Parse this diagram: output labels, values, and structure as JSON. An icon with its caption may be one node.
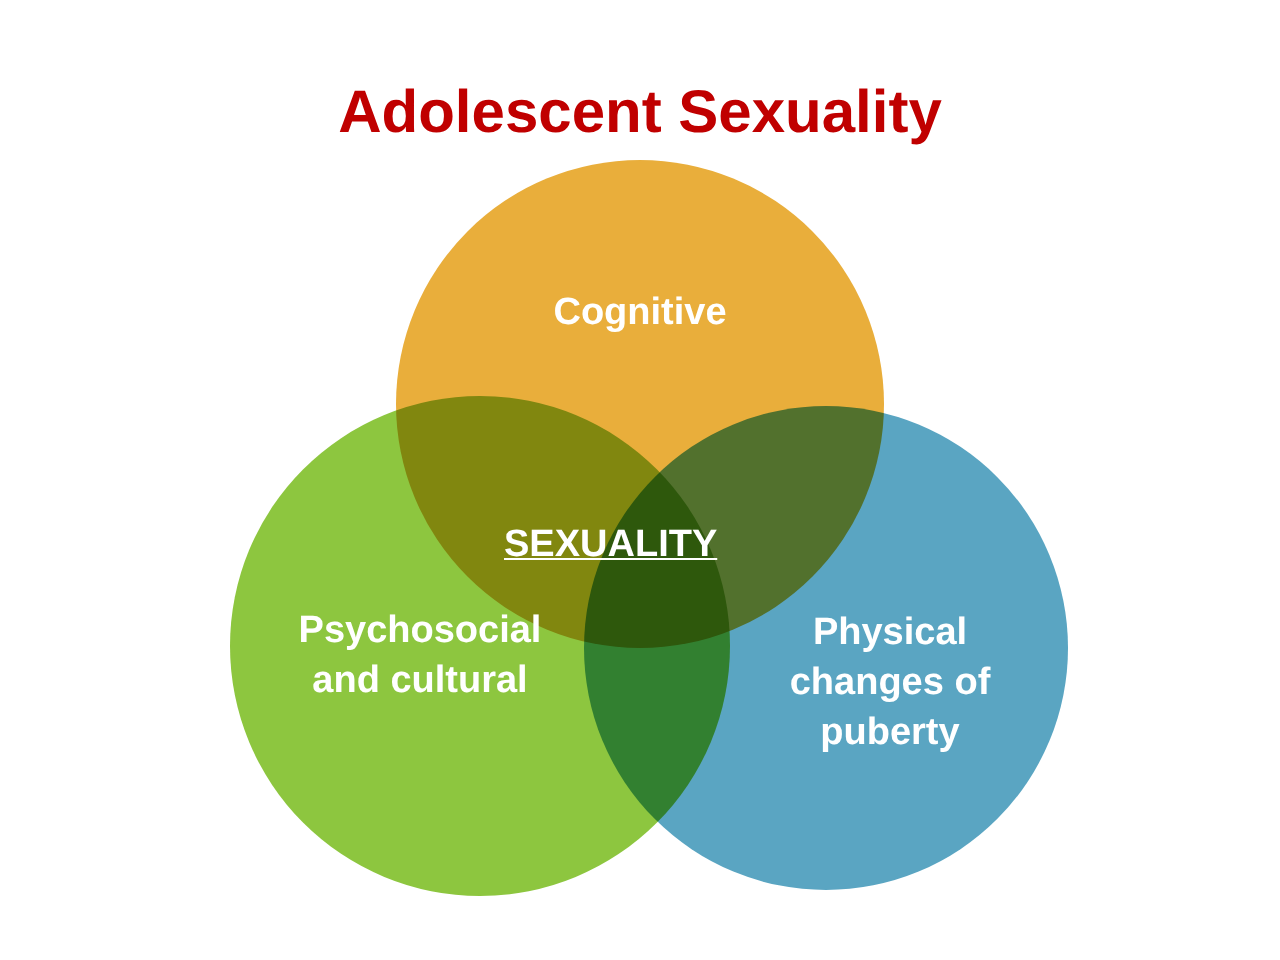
{
  "diagram": {
    "title": "Adolescent Sexuality",
    "nodes": [
      {
        "text": [
          "Cognitive"
        ]
      },
      {
        "text": [
          "Psychosocial and cultural"
        ]
      },
      {
        "text": [
          "Physical changes of puberty"
        ]
      }
    ],
    "edges": [],
    "labels": [
      "SEXUALITY"
    ]
  }
}
